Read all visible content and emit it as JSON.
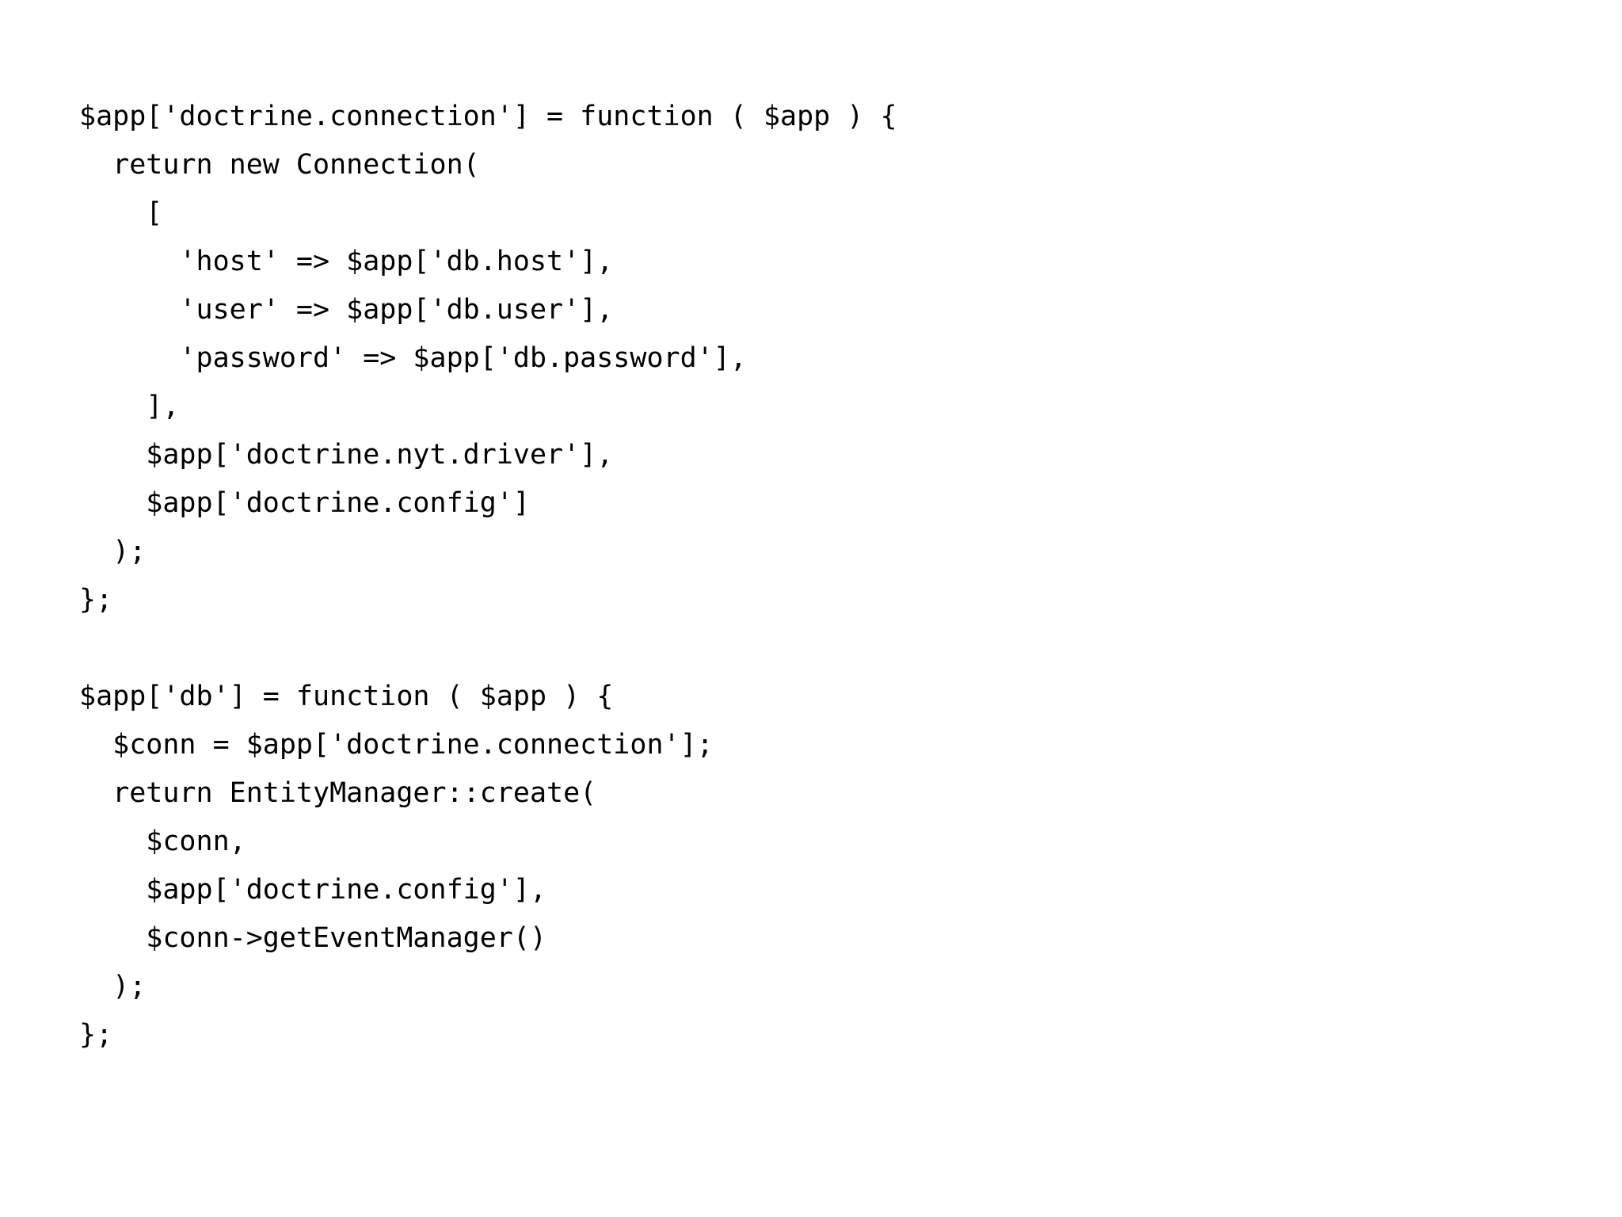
{
  "page": {
    "background_color": "#ffffff",
    "text_color": "#000000",
    "content_kind": "php-code-snippet"
  },
  "code": {
    "language": "php",
    "lines": [
      "$app['doctrine.connection'] = function ( $app ) {",
      "  return new Connection(",
      "    [",
      "      'host' => $app['db.host'],",
      "      'user' => $app['db.user'],",
      "      'password' => $app['db.password'],",
      "    ],",
      "    $app['doctrine.nyt.driver'],",
      "    $app['doctrine.config']",
      "  );",
      "};",
      "",
      "$app['db'] = function ( $app ) {",
      "  $conn = $app['doctrine.connection'];",
      "  return EntityManager::create(",
      "    $conn,",
      "    $app['doctrine.config'],",
      "    $conn->getEventManager()",
      "  );",
      "};"
    ]
  }
}
